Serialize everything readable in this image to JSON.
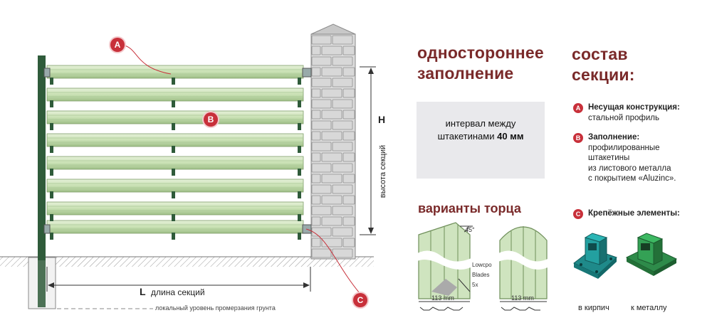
{
  "colors": {
    "accent": "#7a2a2a",
    "badge": "#c8303a",
    "slat": "#c9e1b4",
    "slat_dark": "#6f8f5a",
    "post": "#2f5b3a",
    "brick": "#d4d4d4",
    "bracket_blue": "#1f8a8a",
    "bracket_green": "#2e8b4a"
  },
  "fence": {
    "marker_a": "A",
    "marker_b": "B",
    "marker_c": "C",
    "height_label": "H",
    "height_caption": "высота секций",
    "length_label": "L",
    "length_caption": "длина секций",
    "ground_caption": "локальный уровень промерзания грунта"
  },
  "one_sided": {
    "title_line1": "одностороннее",
    "title_line2": "заполнение",
    "interval_line1": "интервал между",
    "interval_line2": "штакетинами",
    "interval_value": "40 мм"
  },
  "end_variants": {
    "title": "варианты торца",
    "angle_label": "45°",
    "width_left": "113 mm",
    "width_right": "113 mm",
    "part_1": "Lowcpo",
    "part_2": "Blades",
    "part_3": "5x"
  },
  "composition": {
    "title_line1": "состав",
    "title_line2": "секции:",
    "items": [
      {
        "marker": "A",
        "title": "Несущая конструкция:",
        "lines": [
          "стальной профиль"
        ]
      },
      {
        "marker": "B",
        "title": "Заполнение:",
        "lines": [
          "профилированные",
          "штакетины",
          "из листового металла",
          "с покрытием «Aluzinc»."
        ]
      },
      {
        "marker": "C",
        "title": "Крепёжные элементы:",
        "lines": []
      }
    ],
    "bracket_brick": "в кирпич",
    "bracket_metal": "к металлу"
  }
}
